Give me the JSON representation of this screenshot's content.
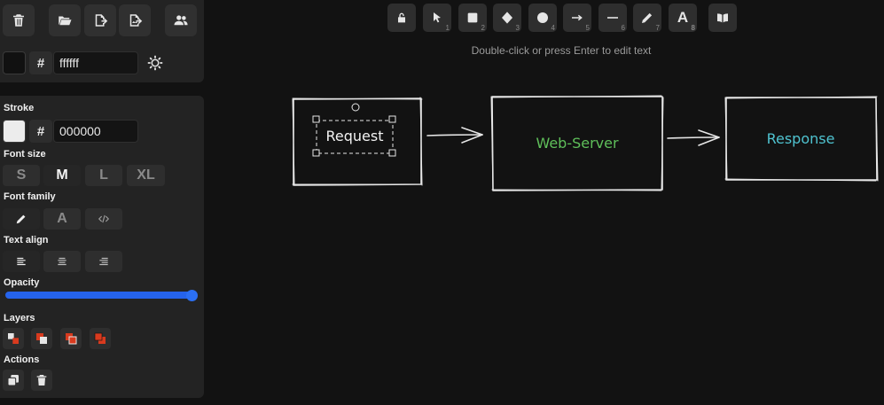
{
  "top_panel": {
    "buttons": [
      {
        "name": "clear-canvas",
        "icon": "trash-icon"
      },
      {
        "name": "open",
        "icon": "folder-open-icon"
      },
      {
        "name": "save",
        "icon": "file-export-icon"
      },
      {
        "name": "export-image",
        "icon": "image-export-icon"
      },
      {
        "name": "collaborate",
        "icon": "users-icon"
      }
    ],
    "background_color": "ffffff",
    "hash_symbol": "#"
  },
  "properties": {
    "stroke_label": "Stroke",
    "stroke_color": "000000",
    "stroke_swatch": "#ececec",
    "font_size_label": "Font size",
    "font_sizes": [
      "S",
      "M",
      "L",
      "XL"
    ],
    "font_size_selected": "M",
    "font_family_label": "Font family",
    "font_family_text_glyph": "A",
    "text_align_label": "Text align",
    "opacity_label": "Opacity",
    "opacity_value": 100,
    "layers_label": "Layers",
    "actions_label": "Actions"
  },
  "toolbar": {
    "tools": [
      {
        "name": "selection",
        "number": "1"
      },
      {
        "name": "rectangle",
        "number": "2"
      },
      {
        "name": "diamond",
        "number": "3"
      },
      {
        "name": "ellipse",
        "number": "4"
      },
      {
        "name": "arrow",
        "number": "5"
      },
      {
        "name": "line",
        "number": "6"
      },
      {
        "name": "draw",
        "number": "7"
      },
      {
        "name": "text",
        "number": "8"
      }
    ],
    "text_tool_glyph": "A"
  },
  "hint": "Double-click or press Enter to edit text",
  "canvas": {
    "boxes": [
      {
        "label": "Request",
        "color": "#f2f2f2"
      },
      {
        "label": "Web-Server",
        "color": "#5fbf5a"
      },
      {
        "label": "Response",
        "color": "#4fc3d0"
      }
    ],
    "stroke_color": "#e6e6e6",
    "background": "#121212"
  }
}
